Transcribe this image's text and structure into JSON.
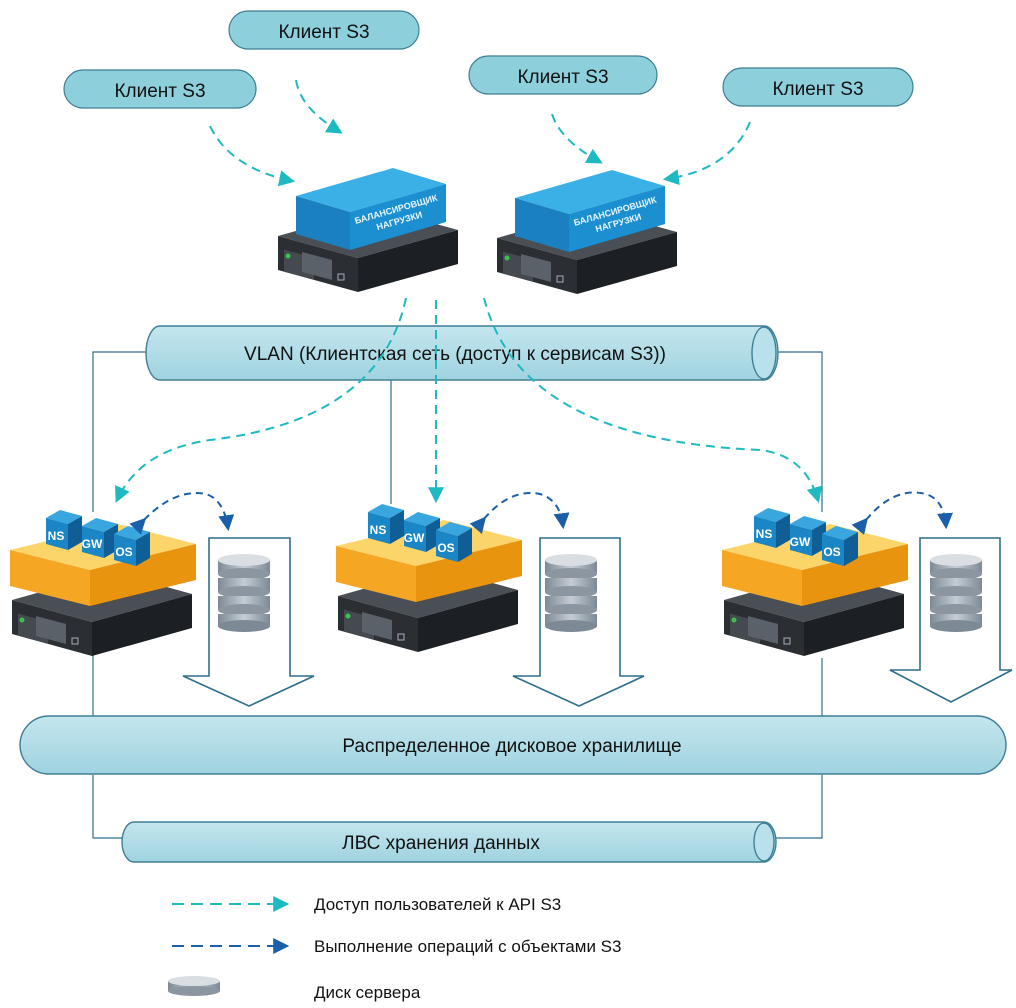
{
  "clients": [
    "Клиент S3",
    "Клиент S3",
    "Клиент S3",
    "Клиент S3"
  ],
  "balancers": [
    {
      "line1": "БАЛАНСИРОВЩИК",
      "line2": "НАГРУЗКИ"
    },
    {
      "line1": "БАЛАНСИРОВЩИК",
      "line2": "НАГРУЗКИ"
    }
  ],
  "client_network": "VLAN (Клиентская сеть (доступ к сервисам S3))",
  "node_modules": [
    "NS",
    "GW",
    "OS"
  ],
  "storage": "Распределенное дисковое хранилище",
  "storage_lan": "ЛВС хранения данных",
  "legend": {
    "user_api": "Доступ пользователей к API S3",
    "object_ops": "Выполнение операций с объектами S3",
    "server_disk": "Диск сервера"
  },
  "colors": {
    "client_fill": "#8ecfdc",
    "pipe_fill": "#a6d9e6",
    "cyan_arrow": "#1fb9c2",
    "blue_arrow": "#1a5fa8",
    "module_blue": "#1b86c6",
    "node_orange": "#f5a623"
  }
}
